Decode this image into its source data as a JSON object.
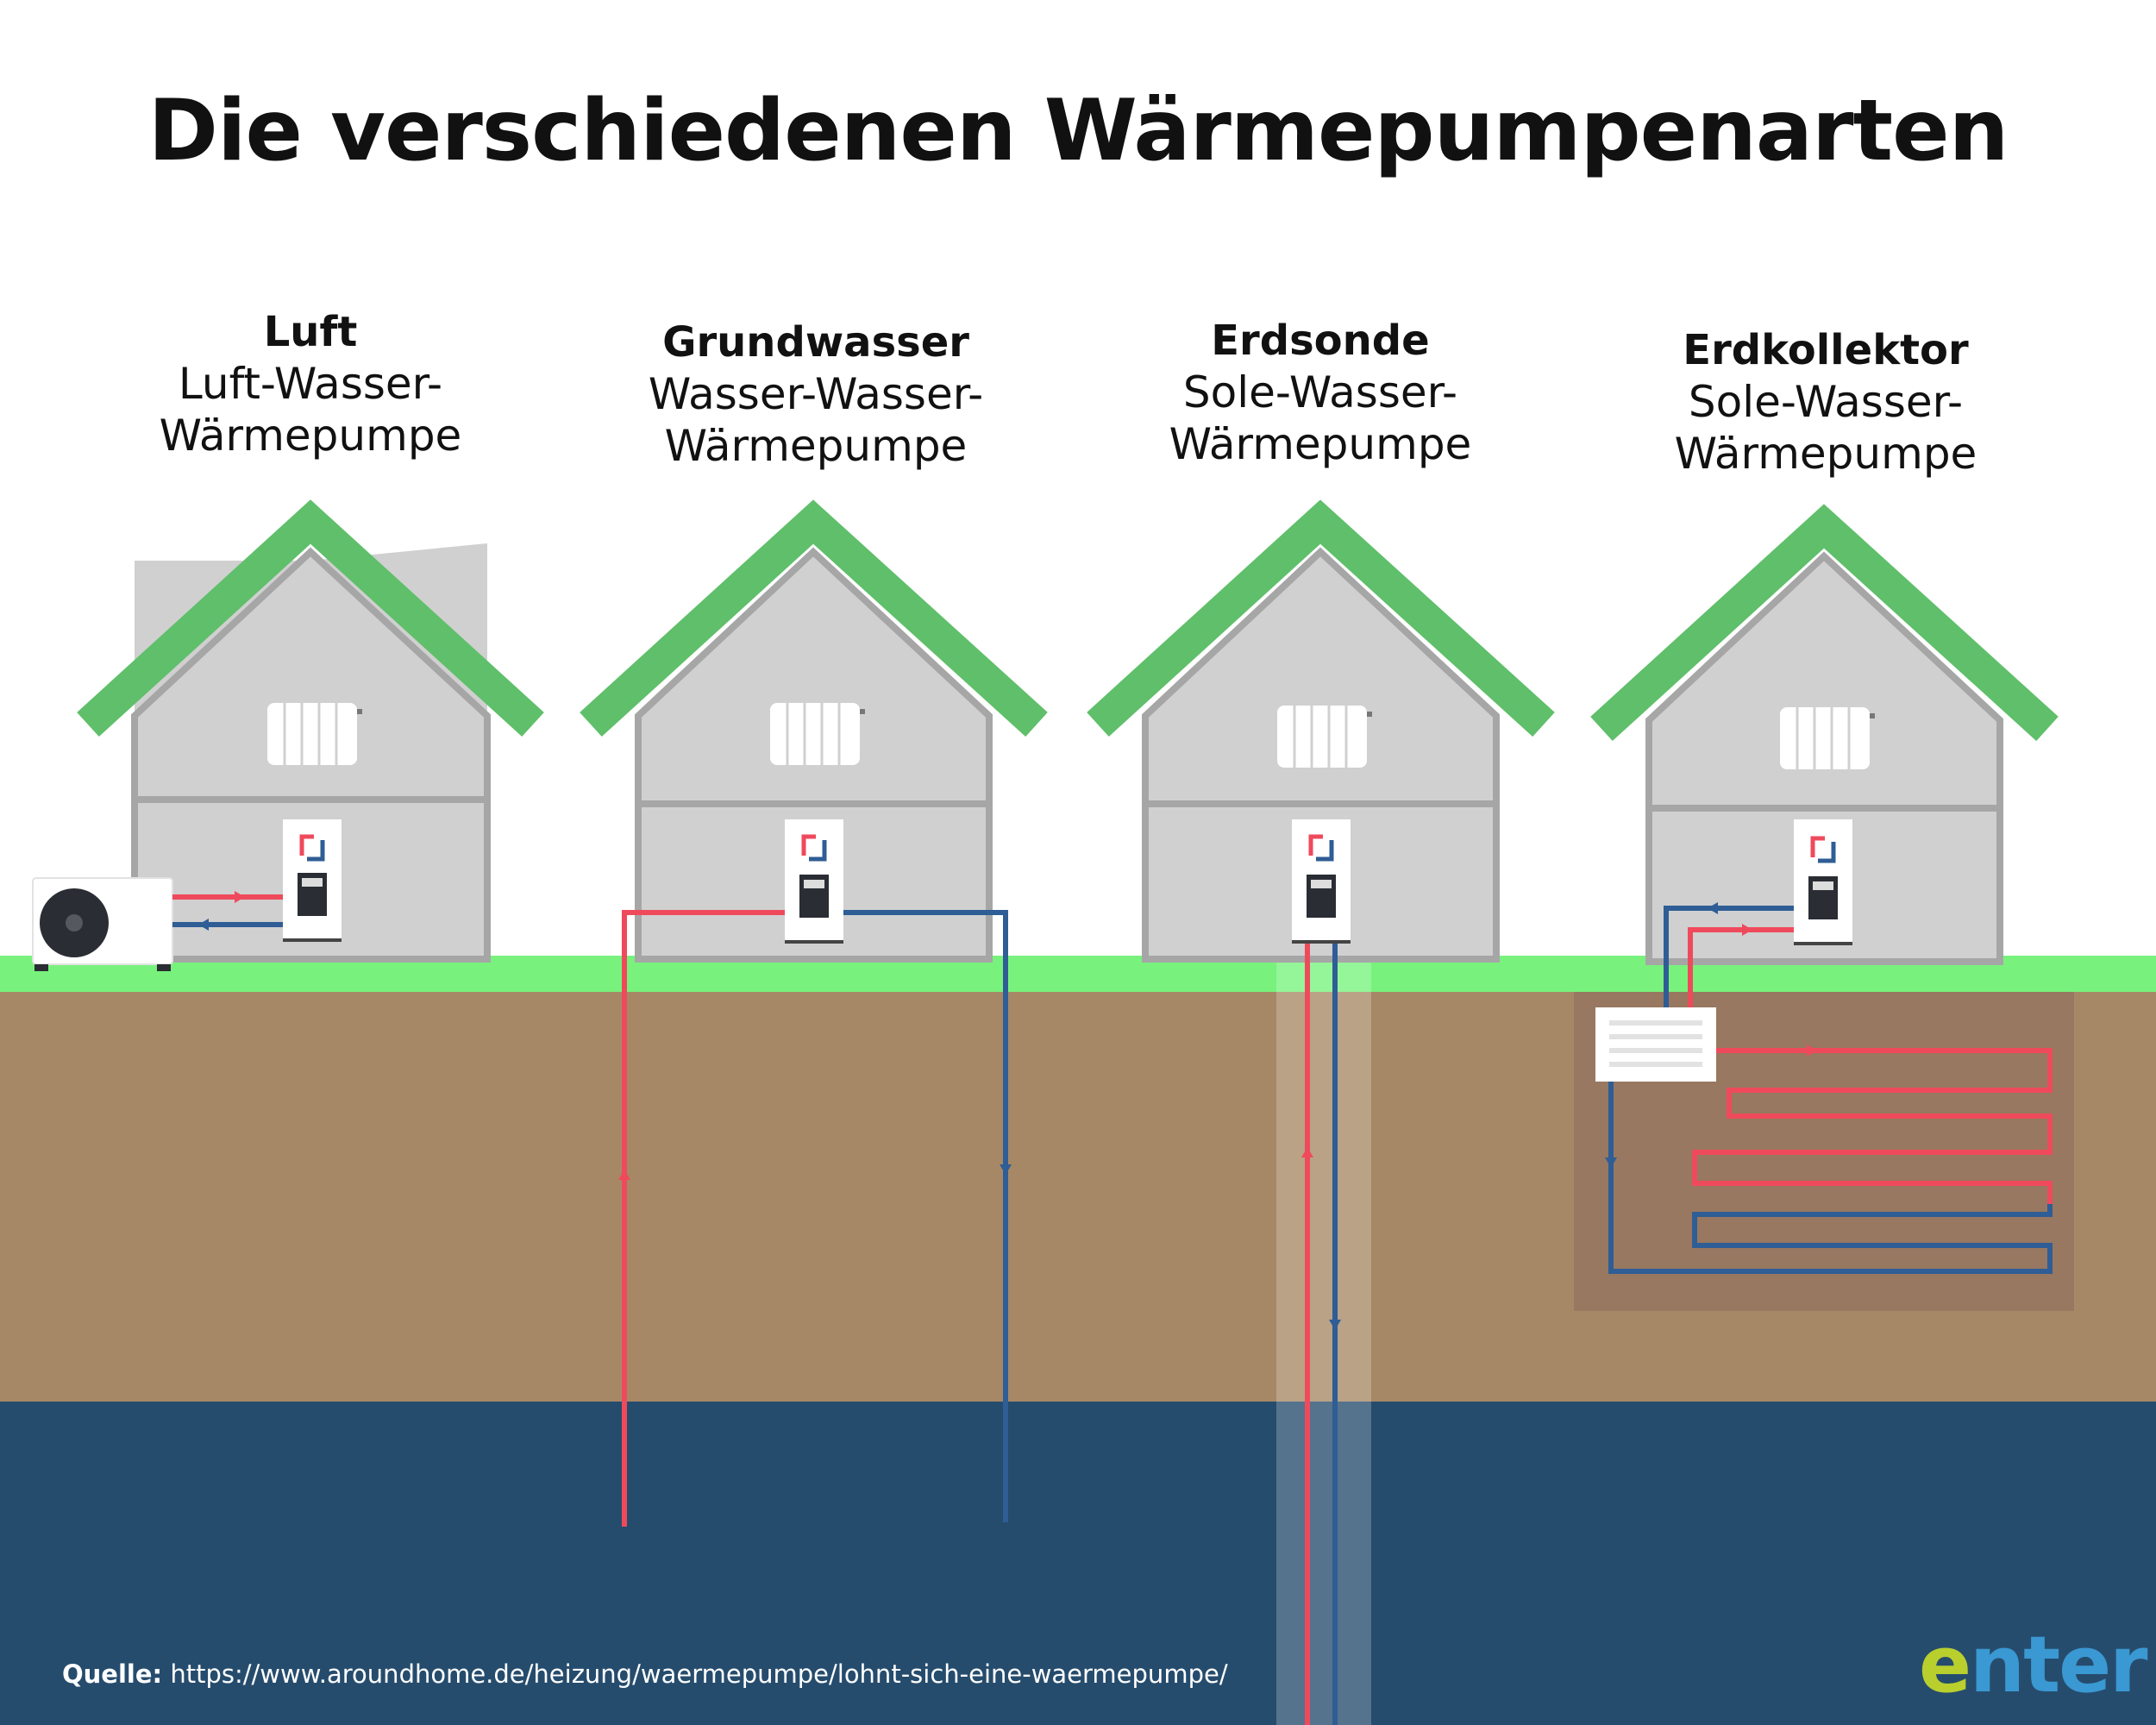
{
  "title": "Die verschiedenen Wärmepumpenarten",
  "columns": [
    {
      "type": "Luft",
      "line1": "Luft-Wasser-",
      "line2": "Wärmepumpe"
    },
    {
      "type": "Grundwasser",
      "line1": "Wasser-Wasser-",
      "line2": "Wärmepumpe"
    },
    {
      "type": "Erdsonde",
      "line1": "Sole-Wasser-",
      "line2": "Wärmepumpe"
    },
    {
      "type": "Erdkollektor",
      "line1": "Sole-Wasser-",
      "line2": "Wärmepumpe"
    }
  ],
  "source": {
    "label": "Quelle:",
    "url": "https://www.aroundhome.de/heizung/waermepumpe/lohnt-sich-eine-waermepumpe/"
  },
  "logo": "enter",
  "colors": {
    "roof": "#5fbf6a",
    "house_wall": "#d0d0d0",
    "house_outline": "#a6a6a6",
    "grass": "#78f27d",
    "soil": "#a78866",
    "groundwater": "#264c6d",
    "pipe_hot": "#ef4a5c",
    "pipe_cold": "#2f5d95",
    "logo_e": "#b8cf2e",
    "logo_rest": "#3a98d2"
  }
}
